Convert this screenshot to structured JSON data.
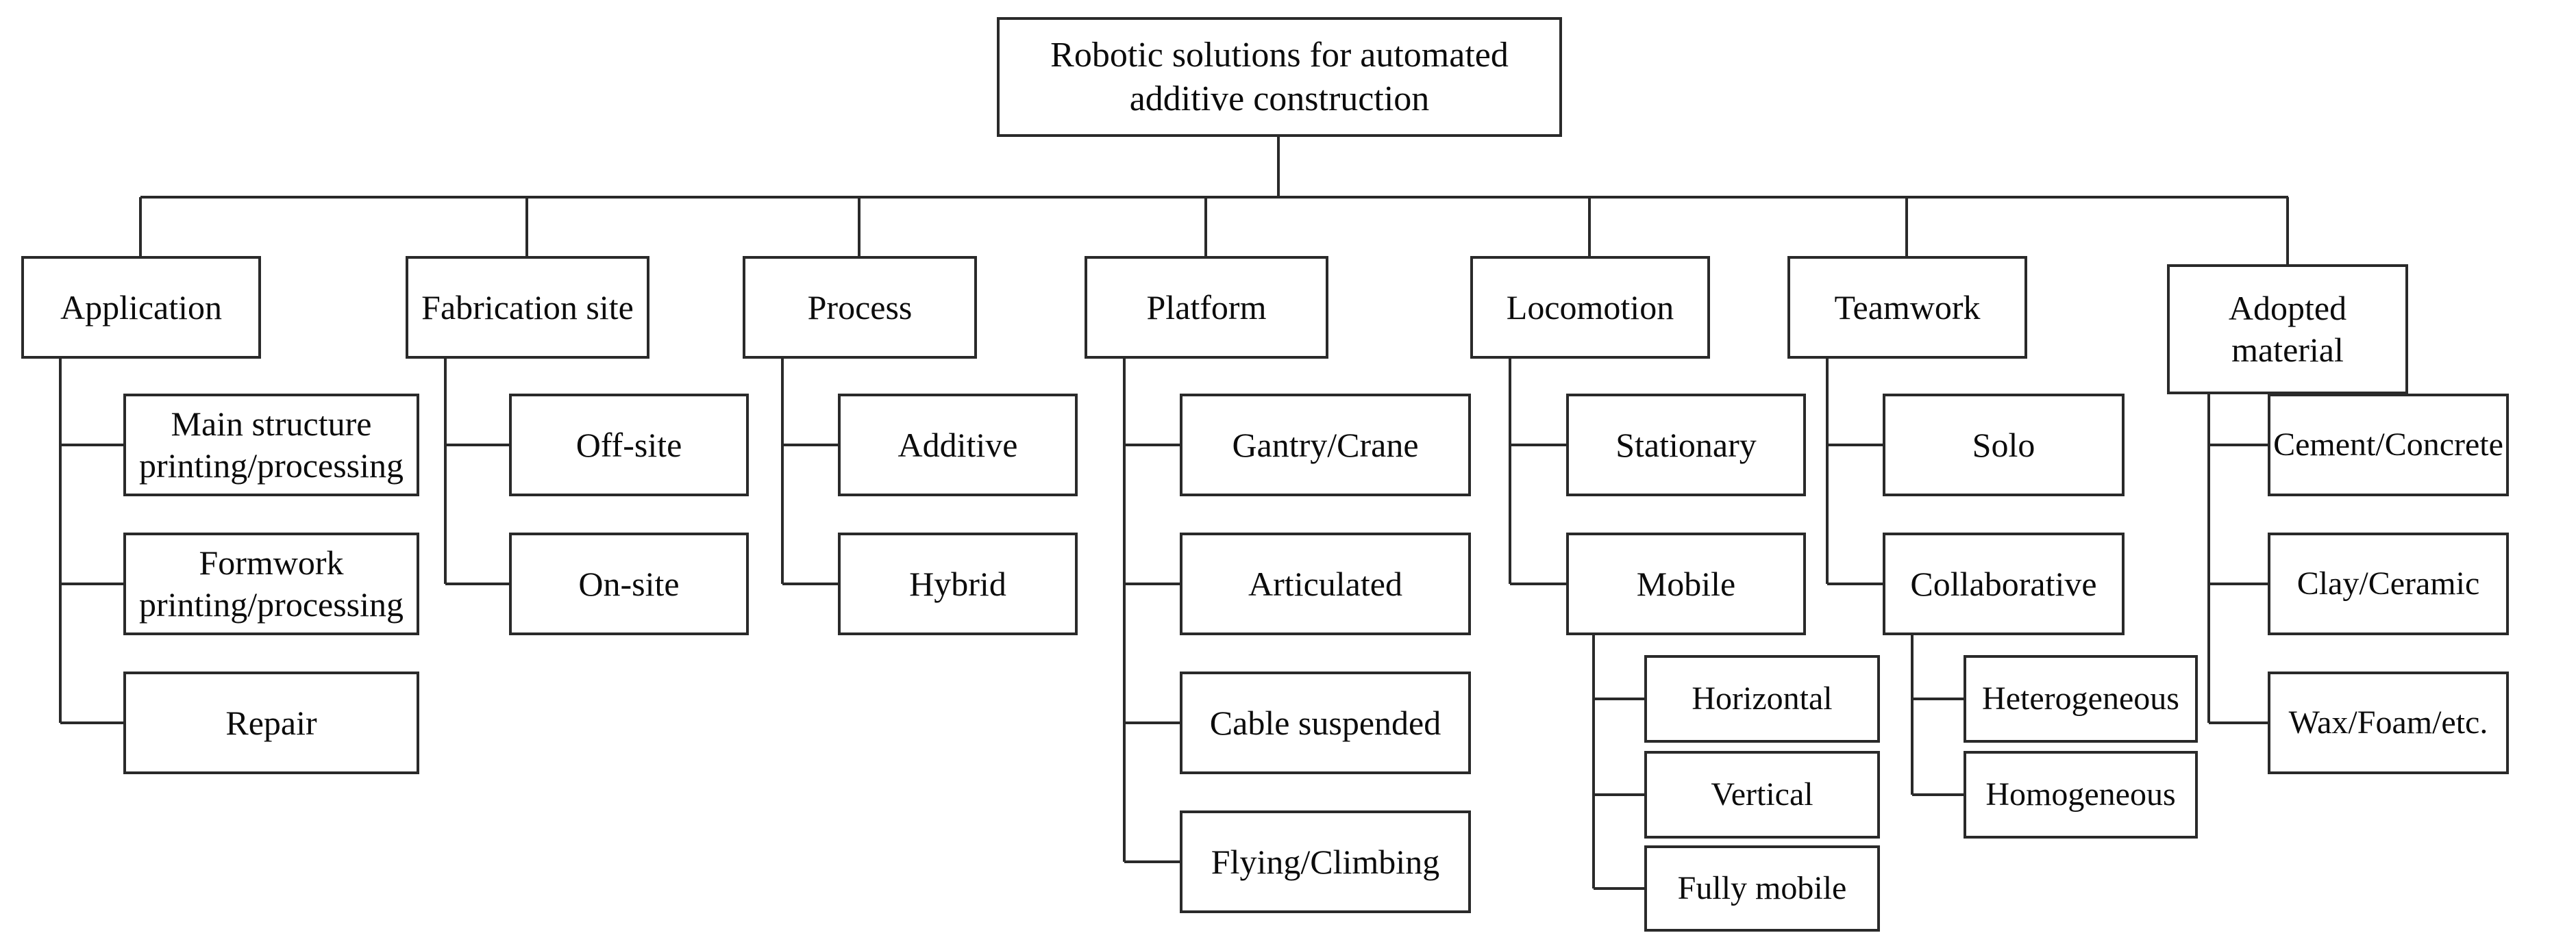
{
  "colors": {
    "line": "#2a2a2a",
    "box_border": "#2a2a2a",
    "background": "#ffffff",
    "text": "#0c0c0c"
  },
  "diagram": {
    "type": "taxonomy-tree",
    "root": {
      "label": "Robotic solutions for automated additive construction"
    },
    "branches": [
      {
        "label": "Application",
        "children": [
          {
            "label": "Main structure printing/processing"
          },
          {
            "label": "Formwork printing/processing"
          },
          {
            "label": "Repair"
          }
        ]
      },
      {
        "label": "Fabrication site",
        "children": [
          {
            "label": "Off-site"
          },
          {
            "label": "On-site"
          }
        ]
      },
      {
        "label": "Process",
        "children": [
          {
            "label": "Additive"
          },
          {
            "label": "Hybrid"
          }
        ]
      },
      {
        "label": "Platform",
        "children": [
          {
            "label": "Gantry/Crane"
          },
          {
            "label": "Articulated"
          },
          {
            "label": "Cable suspended"
          },
          {
            "label": "Flying/Climbing"
          }
        ]
      },
      {
        "label": "Locomotion",
        "children": [
          {
            "label": "Stationary"
          },
          {
            "label": "Mobile",
            "children": [
              {
                "label": "Horizontal"
              },
              {
                "label": "Vertical"
              },
              {
                "label": "Fully mobile"
              }
            ]
          }
        ]
      },
      {
        "label": "Teamwork",
        "children": [
          {
            "label": "Solo"
          },
          {
            "label": "Collaborative",
            "children": [
              {
                "label": "Heterogeneous"
              },
              {
                "label": "Homogeneous"
              }
            ]
          }
        ]
      },
      {
        "label": "Adopted material",
        "children": [
          {
            "label": "Cement/Concrete"
          },
          {
            "label": "Clay/Ceramic"
          },
          {
            "label": "Wax/Foam/etc."
          }
        ]
      }
    ]
  }
}
